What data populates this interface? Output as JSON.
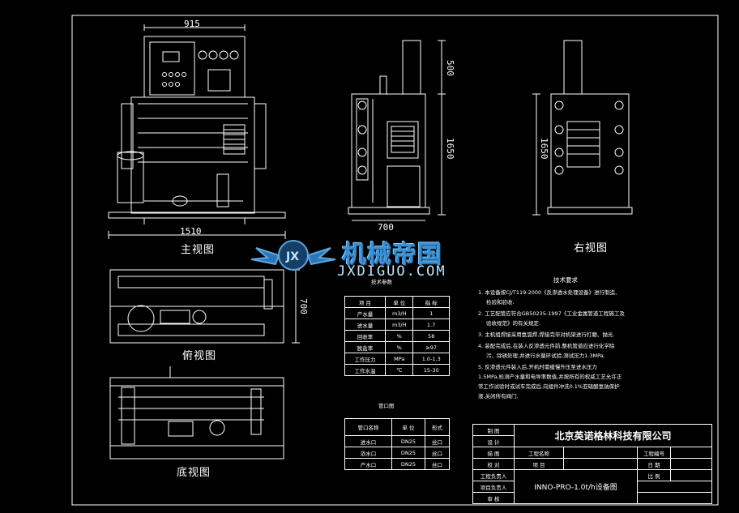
{
  "views": {
    "front": "主视图",
    "right": "右视图",
    "top": "俯视图",
    "bottom": "底视图"
  },
  "dimensions": {
    "front_width": "915",
    "front_base": "1510",
    "side_top": "500",
    "side_height": "1650",
    "side_width": "700",
    "right_height": "1650",
    "top_height": "700"
  },
  "watermark": {
    "main": "机械帝国",
    "sub": "JXDIGUO.COM"
  },
  "tech_table": {
    "title": "技术参数",
    "headers": [
      "项 目",
      "单 位",
      "指 标"
    ],
    "rows": [
      [
        "产水量",
        "m3/H",
        "1"
      ],
      [
        "进水量",
        "m3/H",
        "1.7"
      ],
      [
        "回收率",
        "%",
        "58"
      ],
      [
        "脱盐率",
        "%",
        "≥97"
      ],
      [
        "工作压力",
        "MPa",
        "1.0-1.3"
      ],
      [
        "工作水温",
        "℃",
        "15-30"
      ]
    ]
  },
  "port_table": {
    "title": "管口图",
    "headers": [
      "管口名称",
      "单 位",
      "形式"
    ],
    "rows": [
      [
        "进水口",
        "DN25",
        "丝口"
      ],
      [
        "浓水口",
        "DN25",
        "丝口"
      ],
      [
        "产水口",
        "DN25",
        "丝口"
      ]
    ]
  },
  "notes": {
    "title": "技术要求",
    "lines": [
      "1. 本设备按CJ/T119-2000《反渗透水处理设备》进行制造、",
      "检验和验收.",
      "2. 工艺配管应符合GB50235-1997《工业金属管道工程施工及",
      "验收规范》的有关规定.",
      "3. 主机组焊接采用氩弧焊,焊接完毕对机架进行打磨、抛光.",
      "4. 装配完成后,在装入反渗透元件前,整机管道应进行化学除",
      "污、除锈处理,并进行水循环试验,测试压力1.3MPa.",
      "5. 反渗透元件装入后,开机时需缓慢升压至进水压力",
      "1.5MPa,检测产水量和电导率数值,并按所有的权威工艺允许正",
      "常工作试验时或试车完成后,向组件冲洗0.1%亚硫酸氢钠保护",
      "液,关闭所有阀门."
    ]
  },
  "title_block": {
    "company": "北京英诺格林科技有限公司",
    "drawing": "INNO-PRO-1.0t/h设备图",
    "left_labels": [
      "制 图",
      "设 计",
      "描 图",
      "校 对",
      "工程负责人",
      "项目负责人",
      "审 核"
    ],
    "mid_labels": [
      "工程名称",
      "项 目"
    ],
    "right_labels": [
      "工程编号",
      "日 期",
      "比 例"
    ]
  }
}
